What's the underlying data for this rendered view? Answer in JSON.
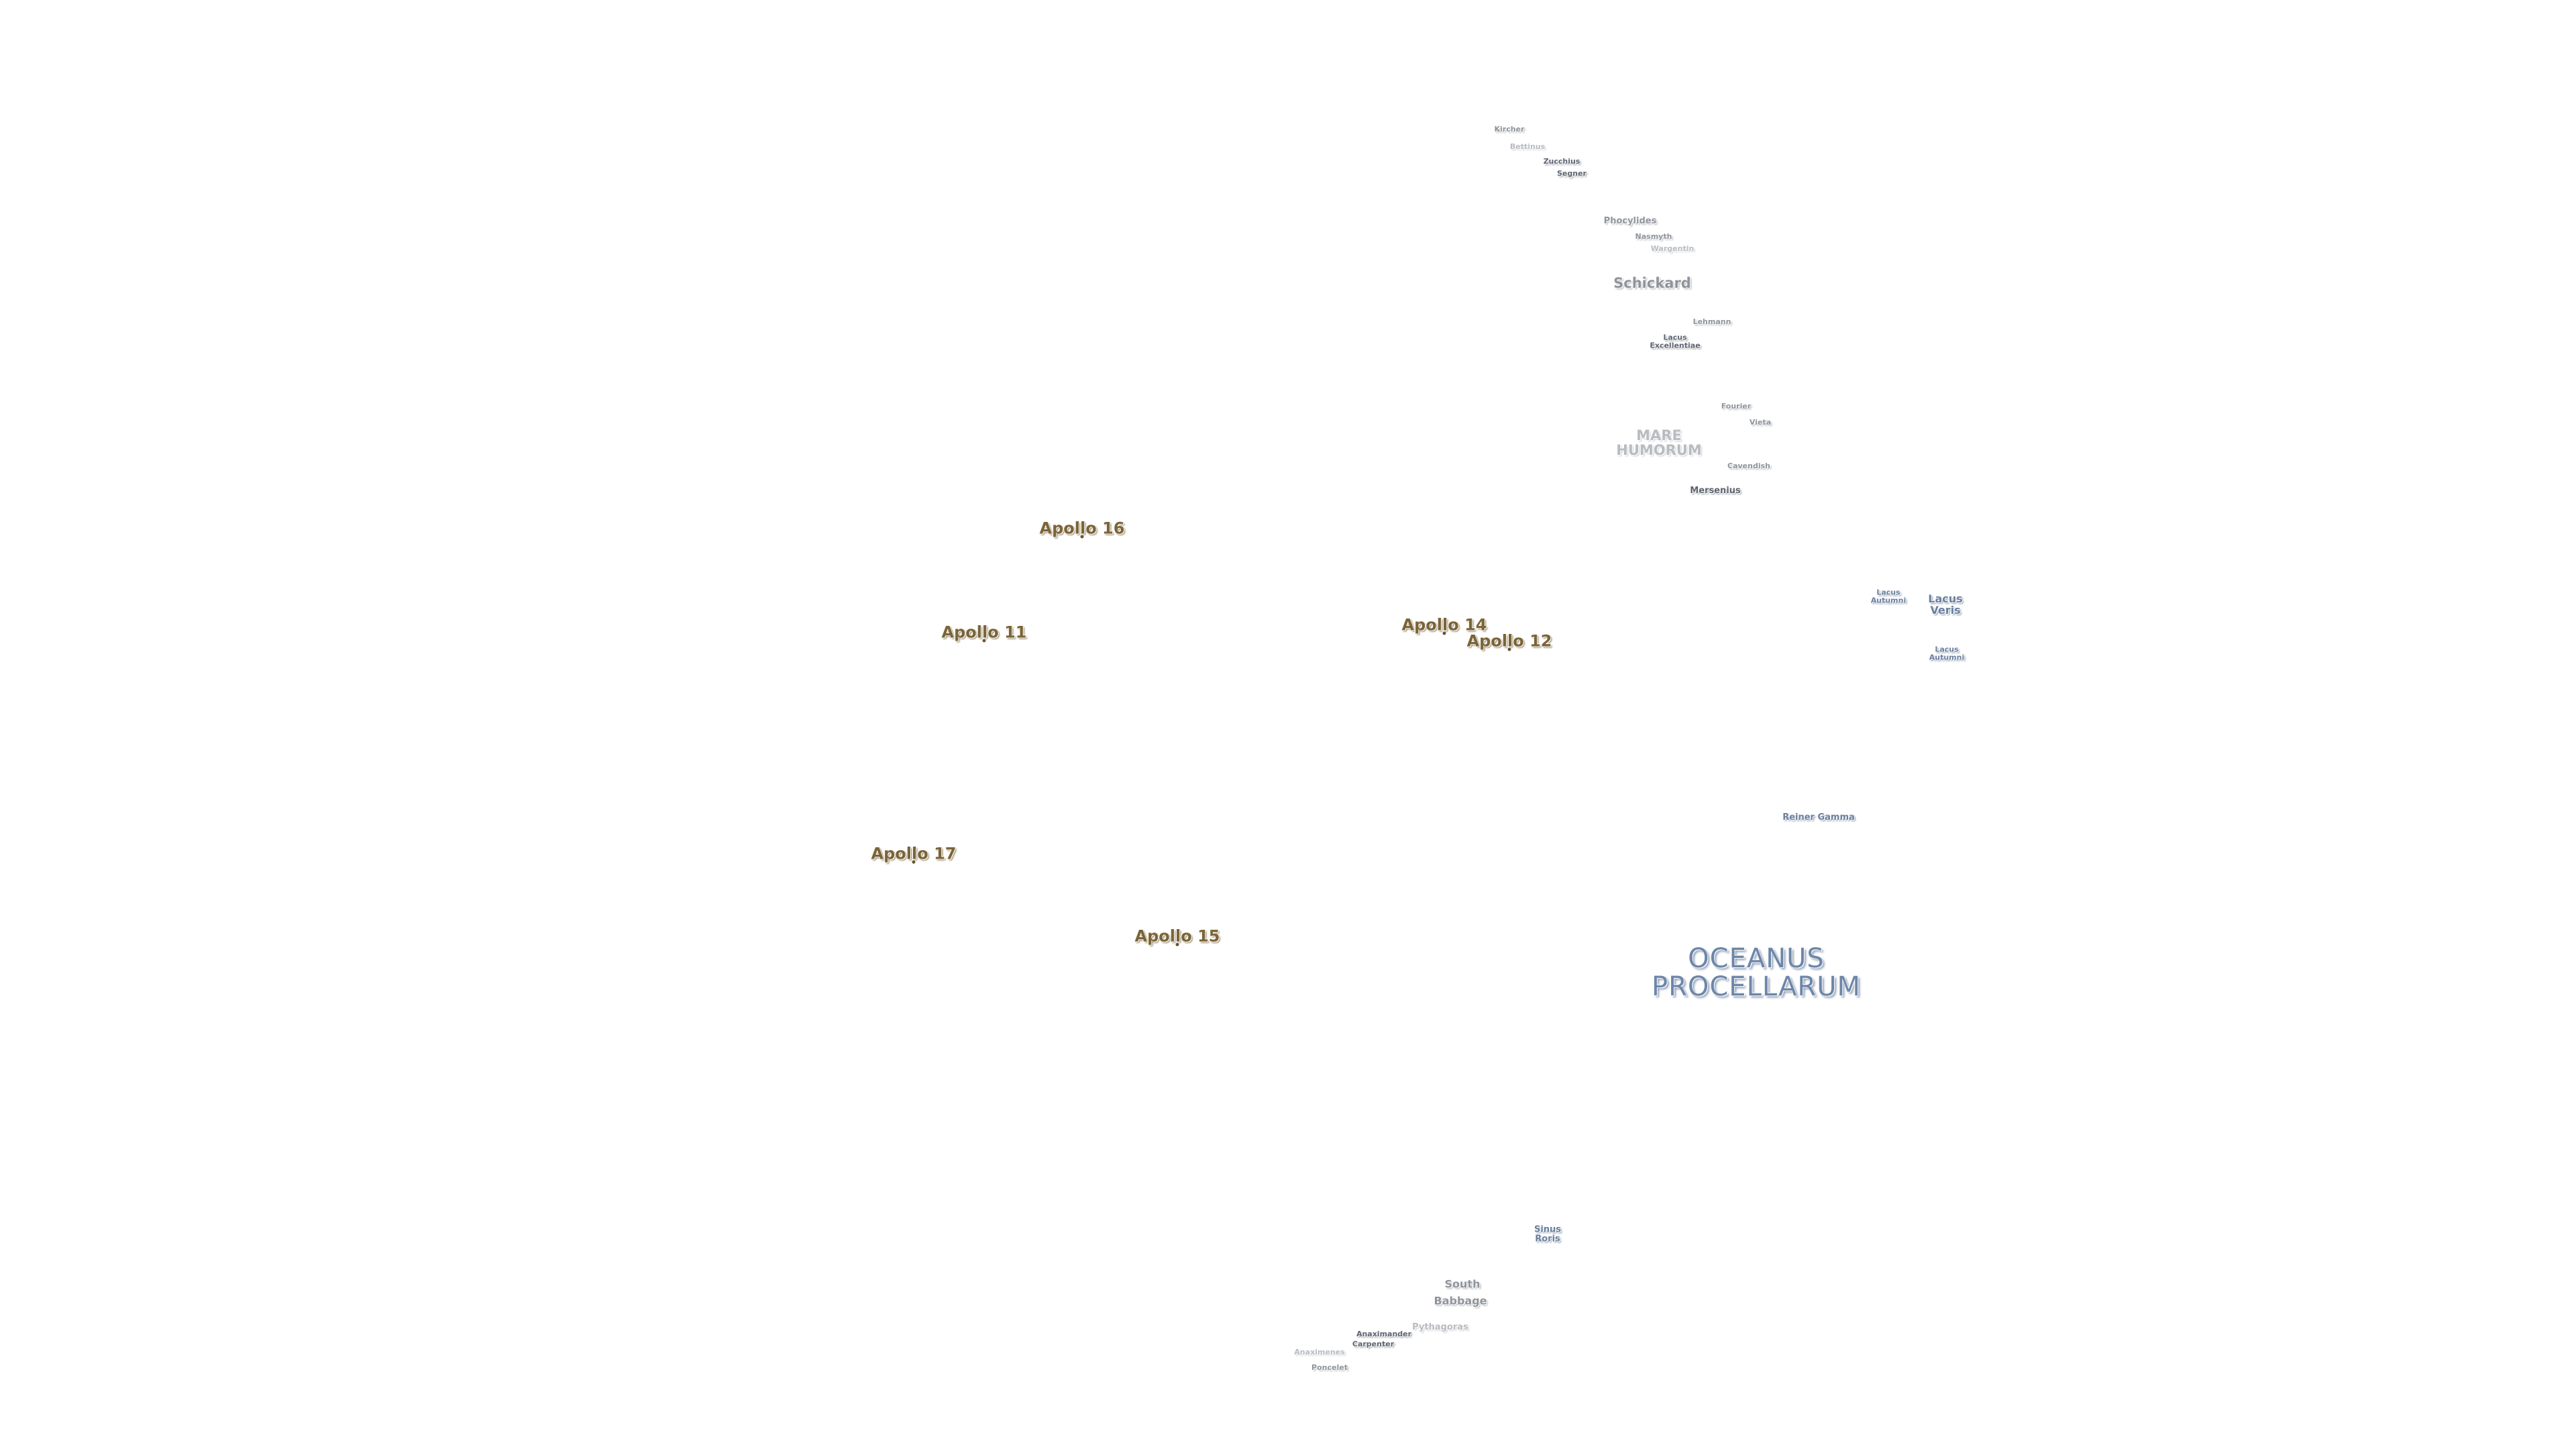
{
  "map": {
    "features": {
      "kircher": "Kircher",
      "bettinus": "Bettinus",
      "zucchius": "Zucchius",
      "segner": "Segner",
      "phocylides": "Phocylides",
      "nasmyth": "Nasmyth",
      "wargentin": "Wargentin",
      "schickard": "Schickard",
      "lehmann": "Lehmann",
      "lacus_excellentiae": "Lacus\nExcellentiae",
      "fourier": "Fourier",
      "vieta": "Vieta",
      "mare_humorum": "MARE\nHUMORUM",
      "cavendish": "Cavendish",
      "mersenius": "Mersenius",
      "lacus_autumni_small": "Lacus\nAutumni",
      "lacus_veris": "Lacus\nVeris",
      "lacus_autumni": "Lacus\nAutumni",
      "reiner_gamma": "Reiner Gamma",
      "oceanus_procellarum": "OCEANUS\nPROCELLARUM",
      "sinus_roris": "Sinus\nRoris",
      "south": "South",
      "babbage": "Babbage",
      "pythagoras": "Pythagoras",
      "anaximander": "Anaximander",
      "carpenter": "Carpenter",
      "anaximenes": "Anaximenes",
      "poncelet": "Poncelet"
    },
    "apollo_sites": {
      "apollo_16": "Apollo 16",
      "apollo_11": "Apollo 11",
      "apollo_14": "Apollo 14",
      "apollo_12": "Apollo 12",
      "apollo_17": "Apollo 17",
      "apollo_15": "Apollo 15"
    },
    "colors": {
      "background": "#ffffff",
      "apollo_label": "#7a6438",
      "ocean_label": "#6d86a8",
      "feature_label": "#5d6470"
    }
  }
}
